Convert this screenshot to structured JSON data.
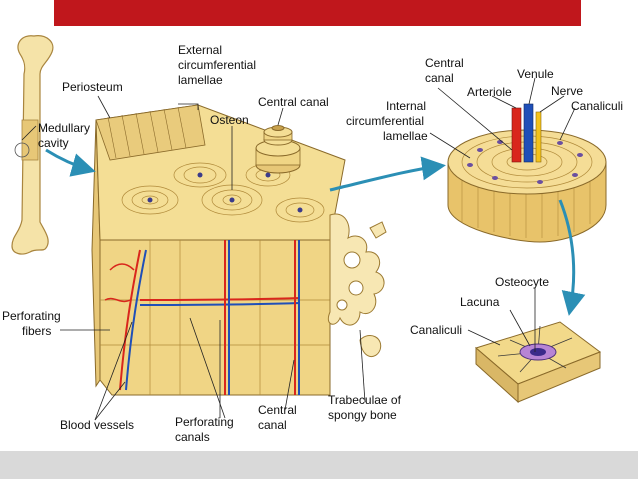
{
  "slide": {
    "accent_color": "#c0171c",
    "footer_color": "#d9d9d9"
  },
  "diagram": {
    "labels": {
      "external_1": "External",
      "external_2": "circumferential",
      "external_3": "lamellae",
      "periosteum": "Periosteum",
      "central_canal_top": "Central canal",
      "osteon": "Osteon",
      "medullary_1": "Medullary",
      "medullary_2": "cavity",
      "central_canal_right_1": "Central",
      "central_canal_right_2": "canal",
      "venule": "Venule",
      "arteriole": "Arteriole",
      "nerve": "Nerve",
      "canaliculi_top": "Canaliculi",
      "internal_1": "Internal",
      "internal_2": "circumferential",
      "internal_3": "lamellae",
      "osteocyte": "Osteocyte",
      "lacuna": "Lacuna",
      "canaliculi_bottom": "Canaliculi",
      "perforating_fibers_1": "Perforating",
      "perforating_fibers_2": "fibers",
      "blood_vessels": "Blood vessels",
      "perforating_canals_1": "Perforating",
      "perforating_canals_2": "canals",
      "central_canal_bottom_1": "Central",
      "central_canal_bottom_2": "canal",
      "trabeculae_1": "Trabeculae of",
      "trabeculae_2": "spongy bone"
    },
    "colors": {
      "bone": "#f2d98a",
      "bone_dark": "#c9a24d",
      "bone_shade": "#e2c270",
      "artery": "#d9261c",
      "vein": "#1f4fb8",
      "nerve": "#f4c21a",
      "pointer": "#2b8fb5",
      "osteocyte": "#6a4fa0"
    }
  }
}
